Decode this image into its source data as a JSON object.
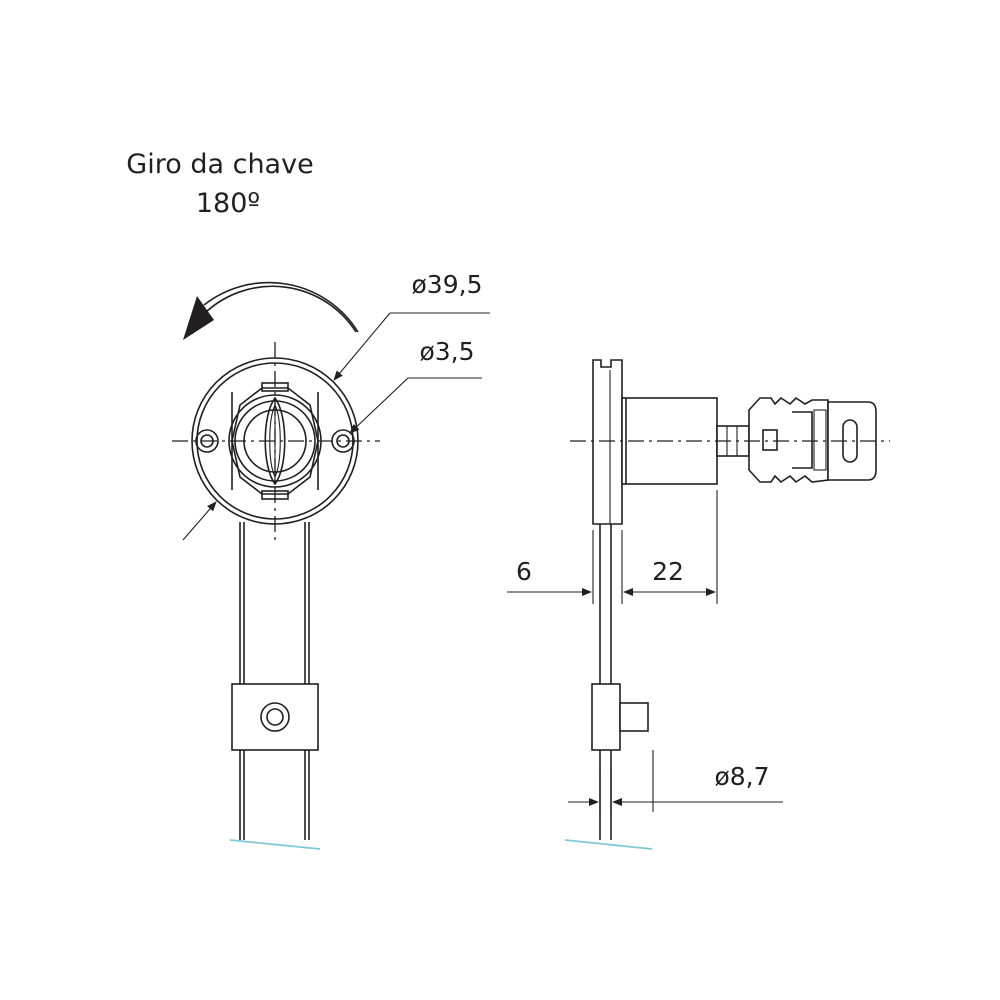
{
  "title": {
    "line1": "Giro da chave",
    "line2": "180º"
  },
  "dimensions": {
    "outer_diameter": "ø39,5",
    "hole_diameter": "ø3,5",
    "flange_thickness": "6",
    "body_length": "22",
    "rod_diameter": "ø8,7"
  }
}
